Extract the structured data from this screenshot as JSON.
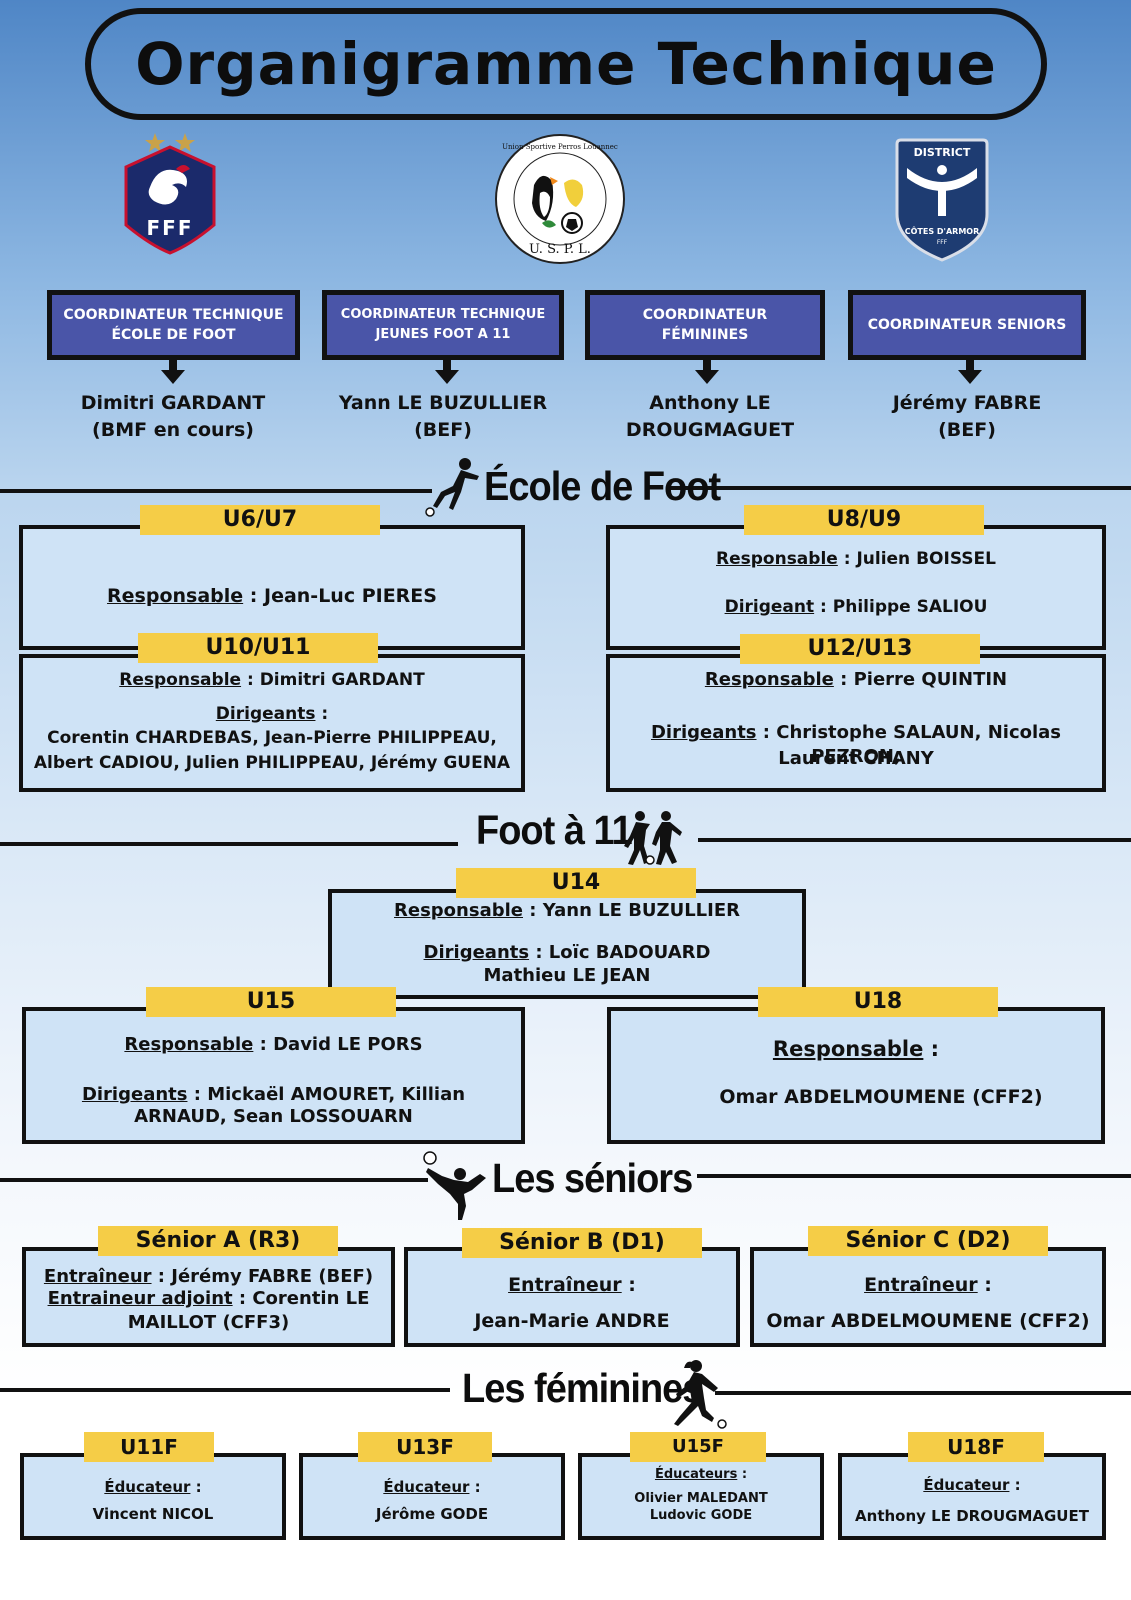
{
  "title": "Organigramme Technique",
  "logos": {
    "fff": {
      "text": "FFF"
    },
    "uspl": {
      "ring_text": "Union Sportive Perros Louannec",
      "initials": "U. S. P. L."
    },
    "district": {
      "top": "DISTRICT",
      "bottom": "CÔTES D'ARMOR",
      "sub": "FFF"
    }
  },
  "coordinators": [
    {
      "title": "COORDINATEUR TECHNIQUE ÉCOLE DE FOOT",
      "name": "Dimitri GARDANT",
      "cert": "(BMF en cours)"
    },
    {
      "title": "COORDINATEUR TECHNIQUE JEUNES FOOT A 11",
      "name": "Yann LE BUZULLIER",
      "cert": "(BEF)"
    },
    {
      "title": "COORDINATEUR FÉMININES",
      "name": "Anthony LE DROUGMAGUET",
      "cert": ""
    },
    {
      "title": "COORDINATEUR SENIORS",
      "name": "Jérémy FABRE",
      "cert": "(BEF)"
    }
  ],
  "sections": {
    "ecole": "École de Foot",
    "foot11": "Foot à 11",
    "seniors": "Les séniors",
    "feminines": "Les féminines"
  },
  "ecole": {
    "u6u7": {
      "tag": "U6/U7",
      "resp_label": "Responsable",
      "resp": " : Jean-Luc PIERES"
    },
    "u8u9": {
      "tag": "U8/U9",
      "resp_label": "Responsable",
      "resp": " : Julien BOISSEL",
      "dir_label": "Dirigeant",
      "dir": " : Philippe SALIOU"
    },
    "u10u11": {
      "tag": "U10/U11",
      "resp_label": "Responsable",
      "resp": " : Dimitri GARDANT",
      "dir_label": "Dirigeants",
      "dir": " :",
      "names1": "Corentin CHARDEBAS, Jean-Pierre PHILIPPEAU,",
      "names2": "Albert CADIOU, Julien PHILIPPEAU, Jérémy GUENA"
    },
    "u12u13": {
      "tag": "U12/U13",
      "resp_label": "Responsable",
      "resp": " : Pierre QUINTIN",
      "dir_label": "Dirigeants",
      "dir": " : Christophe SALAUN, Nicolas PEZRON,",
      "names2": "Laurent CHANY"
    }
  },
  "foot11": {
    "u14": {
      "tag": "U14",
      "resp_label": "Responsable",
      "resp": " : Yann LE BUZULLIER",
      "dir_label": "Dirigeants",
      "dir": " : Loïc BADOUARD",
      "names2": "Mathieu LE JEAN"
    },
    "u15": {
      "tag": "U15",
      "resp_label": "Responsable",
      "resp": " : David LE PORS",
      "dir_label": "Dirigeants",
      "dir": " : Mickaël AMOURET, Killian",
      "names2": "ARNAUD, Sean LOSSOUARN"
    },
    "u18": {
      "tag": "U18",
      "resp_label": "Responsable",
      "resp": " :",
      "names": "Omar ABDELMOUMENE (CFF2)"
    }
  },
  "seniors": {
    "a": {
      "tag": "Sénior A (R3)",
      "coach_label": "Entraîneur",
      "coach": " :  Jérémy FABRE (BEF)",
      "assist_label": "Entraineur adjoint",
      "assist": " : Corentin LE",
      "assist2": "MAILLOT (CFF3)"
    },
    "b": {
      "tag": "Sénior B (D1)",
      "coach_label": "Entraîneur",
      "coach": " :",
      "name": "Jean-Marie ANDRE"
    },
    "c": {
      "tag": "Sénior C (D2)",
      "coach_label": "Entraîneur",
      "coach": " :",
      "name": "Omar ABDELMOUMENE (CFF2)"
    }
  },
  "feminines": [
    {
      "tag": "U11F",
      "label": "Éducateur",
      "sep": " :",
      "names": [
        "Vincent NICOL"
      ]
    },
    {
      "tag": "U13F",
      "label": "Éducateur",
      "sep": " :",
      "names": [
        "Jérôme GODE"
      ]
    },
    {
      "tag": "U15F",
      "label": "Éducateurs",
      "sep": " :",
      "names": [
        "Olivier MALEDANT",
        "Ludovic GODE"
      ]
    },
    {
      "tag": "U18F",
      "label": "Éducateur",
      "sep": " :",
      "names": [
        "Anthony LE DROUGMAGUET"
      ]
    }
  ],
  "colors": {
    "tag": "#f5cd47",
    "coord": "#4a55a8",
    "box": "#cfe3f6"
  }
}
